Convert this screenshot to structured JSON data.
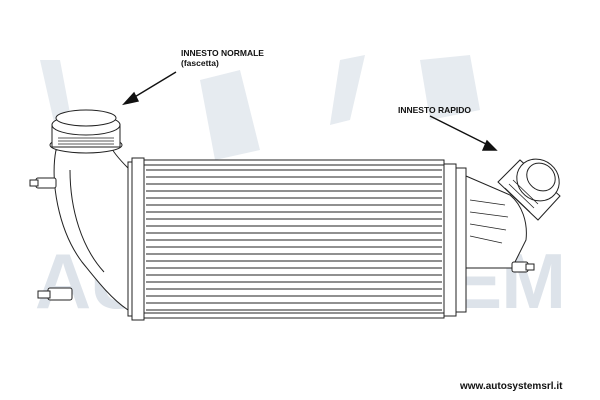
{
  "labels": {
    "normale_title": "INNESTO NORMALE",
    "normale_sub": "(fascetta)",
    "rapido_title": "INNESTO RAPIDO"
  },
  "footer": {
    "url": "www.autosystemsrl.it"
  },
  "watermark": {
    "text": "AUTOSYSTEM",
    "color": "#dde3ea"
  },
  "colors": {
    "line": "#222222",
    "fin_fill": "#ffffff"
  },
  "icons": {
    "arrow": "arrow-pointer-icon"
  }
}
